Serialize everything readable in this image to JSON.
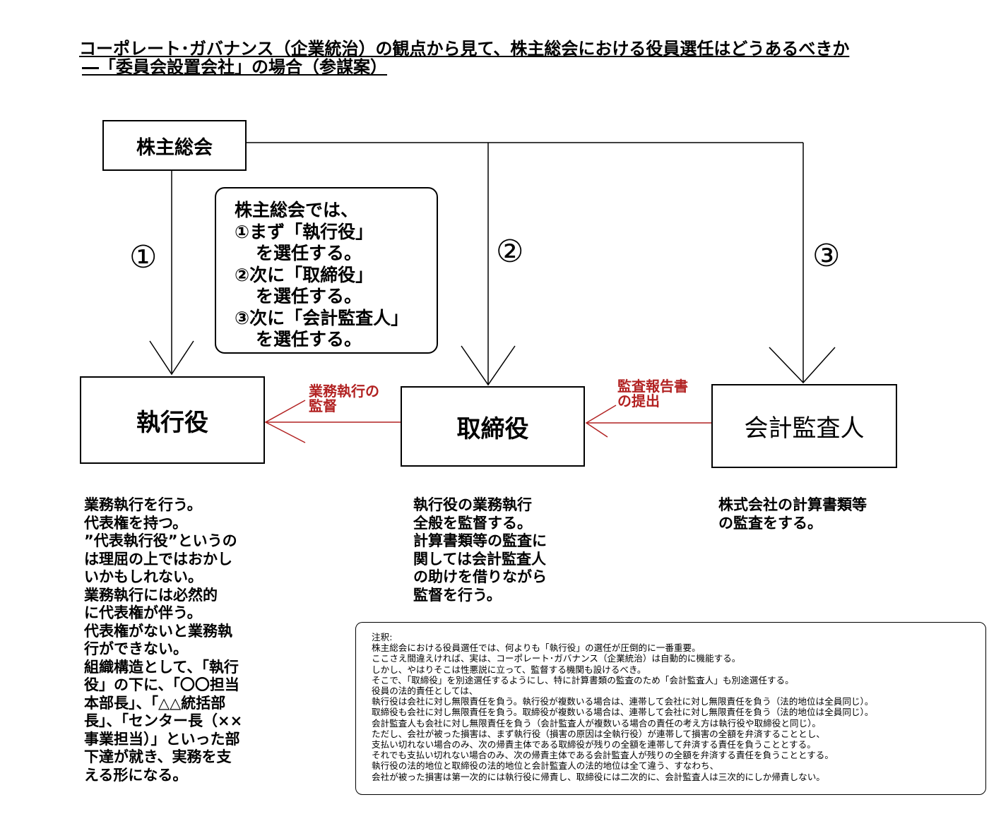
{
  "title": {
    "line1": "コーポレート･ガバナンス（企業統治）の観点から見て、株主総会における役員選任はどうあるべきか",
    "line2": "―「委員会設置会社」の場合（参謀案）"
  },
  "boxes": {
    "shareholders": "株主総会",
    "executive": "執行役",
    "directors": "取締役",
    "auditor": "会計監査人"
  },
  "numbers": {
    "one": "①",
    "two": "②",
    "three": "③"
  },
  "note_box": [
    "株主総会では、",
    "①まず「執行役」",
    "を選任する。",
    "②次に「取締役」",
    "を選任する。",
    "③次に「会計監査人」",
    "を選任する。"
  ],
  "arrow_labels": {
    "supervision": [
      "業務執行の",
      "監督"
    ],
    "audit_report": [
      "監査報告書",
      "の提出"
    ]
  },
  "descriptions": {
    "executive": [
      "業務執行を行う。",
      "代表権を持つ。",
      "”代表執行役”というの",
      "は理屈の上ではおかし",
      "いかもしれない。",
      "業務執行には必然的",
      "に代表権が伴う。",
      "代表権がないと業務執",
      "行ができない。",
      "組織構造として、「執行",
      "役」の下に、「〇〇担当",
      "本部長」、「△△統括部",
      "長」、「センター長（××",
      "事業担当）」といった部",
      "下達が就き、実務を支",
      "える形になる。"
    ],
    "directors": [
      "執行役の業務執行",
      "全般を監督する。",
      "計算書類等の監査に",
      "関しては会計監査人",
      "の助けを借りながら",
      "監督を行う。"
    ],
    "auditor": [
      "株式会社の計算書類等",
      "の監査をする。"
    ]
  },
  "footnote": [
    "注釈:",
    "株主総会における役員選任では、何よりも「執行役」の選任が圧倒的に一番重要。",
    "ここさえ間違えければ、実は、コーポレート･ガバナンス（企業統治）は自動的に機能する。",
    "しかし、やはりそこは性悪説に立って、監督する機関も設けるべき。",
    "そこで、「取締役」を別途選任するようにし、特に計算書類の監査のため「会計監査人」も別途選任する。",
    "役員の法的責任としては、",
    "執行役は会社に対し無限責任を負う。執行役が複数いる場合は、連帯して会社に対し無限責任を負う（法的地位は全員同じ）。",
    "取締役も会社に対し無限責任を負う。取締役が複数いる場合は、連帯して会社に対し無限責任を負う（法的地位は全員同じ）。",
    "会計監査人も会社に対し無限責任を負う（会計監査人が複数いる場合の責任の考え方は執行役や取締役と同じ）。",
    "ただし、会社が被った損害は、まず執行役（損害の原因は全執行役）が連帯して損害の全額を弁済することとし、",
    "支払い切れない場合のみ、次の帰責主体である取締役が残りの全額を連帯して弁済する責任を負うこととする。",
    "それでも支払い切れない場合のみ、次の帰責主体である会計監査人が残りの全額を弁済する責任を負うこととする。",
    "執行役の法的地位と取締役の法的地位と会計監査人の法的地位は全て違う、すなわち、",
    "会社が被った損害は第一次的には執行役に帰責し、取締役には二次的に、会計監査人は三次的にしか帰責しない。"
  ],
  "colors": {
    "accent_red": "#b22222",
    "line": "#000000"
  }
}
